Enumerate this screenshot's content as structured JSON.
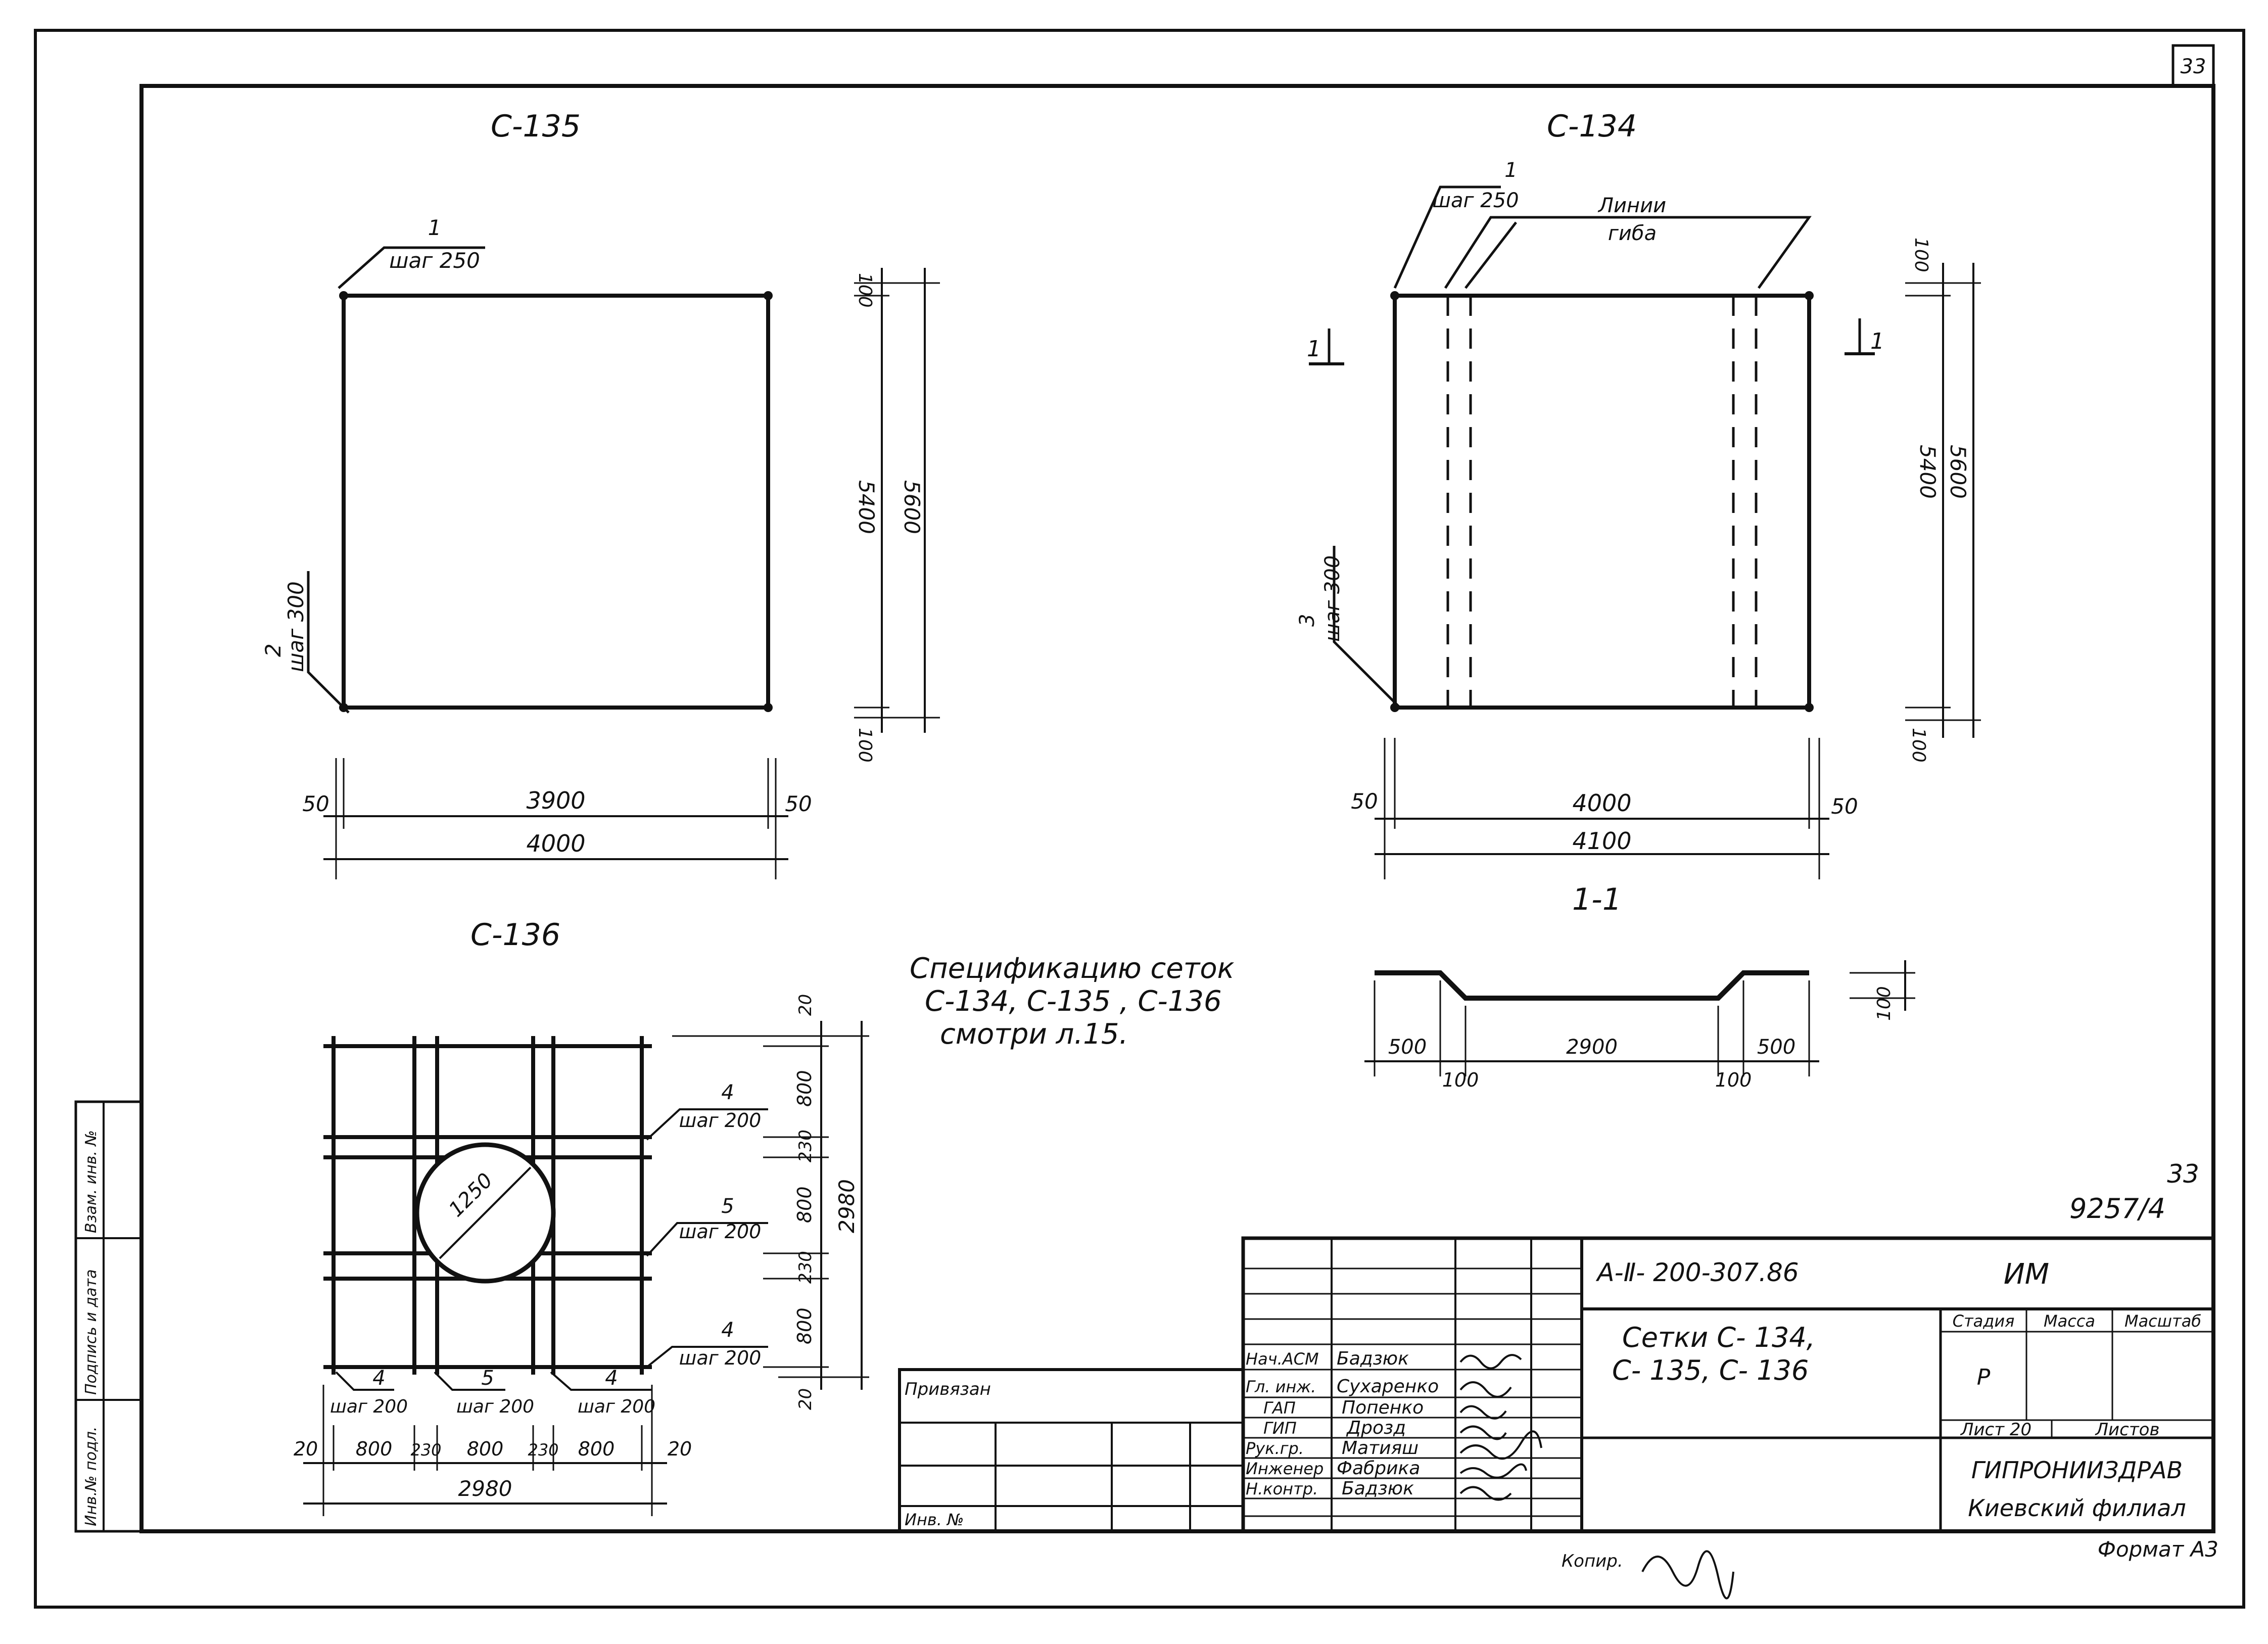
{
  "sheet": {
    "page_number": "33",
    "sheet_index": "33",
    "archive_number": "9257/4"
  },
  "drawings": {
    "c135": {
      "title": "C-135",
      "callout1": {
        "num": "1",
        "step": "шаг 250"
      },
      "callout2": {
        "num": "2",
        "step": "шаг 300"
      },
      "dim_top": "100",
      "dim_bottom": "100",
      "dim_inner_h": "5400",
      "dim_outer_h": "5600",
      "dim_left": "50",
      "dim_right": "50",
      "dim_inner_w": "3900",
      "dim_outer_w": "4000"
    },
    "c134": {
      "title": "C-134",
      "callout1": {
        "num": "1",
        "step": "шаг 250"
      },
      "callout_bend": {
        "line1": "Линии",
        "line2": "гиба"
      },
      "callout3": {
        "num": "3",
        "step": "шаг 300"
      },
      "section_mark": "1",
      "dim_top": "100",
      "dim_bottom": "100",
      "dim_inner_h": "5400",
      "dim_outer_h": "5600",
      "dim_left": "50",
      "dim_right": "50",
      "dim_inner_w": "4000",
      "dim_outer_w": "4100"
    },
    "section": {
      "title": "1-1",
      "dim_left": "500",
      "dim_mid": "2900",
      "dim_right": "500",
      "dim_step_left": "100",
      "dim_step_right": "100",
      "dim_height": "100"
    },
    "c136": {
      "title": "C-136",
      "hole_dia": "1250",
      "callout4a": {
        "num": "4",
        "step": "шаг 200"
      },
      "callout5a": {
        "num": "5",
        "step": "шаг 200"
      },
      "callout4b": {
        "num": "4",
        "step": "шаг 200"
      },
      "callout4c": {
        "num": "4",
        "step": "шаг 200"
      },
      "callout5b": {
        "num": "5",
        "step": "шаг 200"
      },
      "callout4d": {
        "num": "4",
        "step": "шаг 200"
      },
      "dims_right": [
        "20",
        "800",
        "230",
        "800",
        "230",
        "800",
        "20"
      ],
      "dim_total_h": "2980",
      "dims_bottom": [
        "20",
        "800",
        "230",
        "800",
        "230",
        "800",
        "20"
      ],
      "dim_total_w": "2980"
    }
  },
  "note": {
    "line1": "Спецификацию сеток",
    "line2": "С-134, С-135 , С-136",
    "line3": "смотри л.15."
  },
  "title_block": {
    "doc_code": "А-Ⅱ- 200-307.86",
    "doc_mark": "ИМ",
    "title_line1": "Сетки С- 134,",
    "title_line2": "С- 135, С- 136",
    "stage_header": "Стадия",
    "mass_header": "Масса",
    "scale_header": "Масштаб",
    "stage_value": "Р",
    "sheet_label": "Лист 20",
    "sheets_label": "Листов",
    "org_line1": "ГИПРОНИИЗДРАВ",
    "org_line2": "Киевский филиал",
    "format": "Формат А3",
    "copied": "Копир.",
    "linked": "Привязан",
    "inv_no": "Инв. №",
    "staff": [
      {
        "role": "Нач.АСМ",
        "name": "Бадзюк"
      },
      {
        "role": "Гл. инж.",
        "name": "Сухаренко"
      },
      {
        "role": "ГАП",
        "name": "Попенко"
      },
      {
        "role": "ГИП",
        "name": "Дрозд"
      },
      {
        "role": "Рук.гр.",
        "name": "Матияш"
      },
      {
        "role": "Инженер",
        "name": "Фабрика"
      },
      {
        "role": "Н.контр.",
        "name": "Бадзюк"
      }
    ]
  },
  "side_stamp": {
    "inv_orig": "Инв.№ подл.",
    "sign_date": "Подпись и дата",
    "inv_replace": "Взам. инв. №"
  }
}
